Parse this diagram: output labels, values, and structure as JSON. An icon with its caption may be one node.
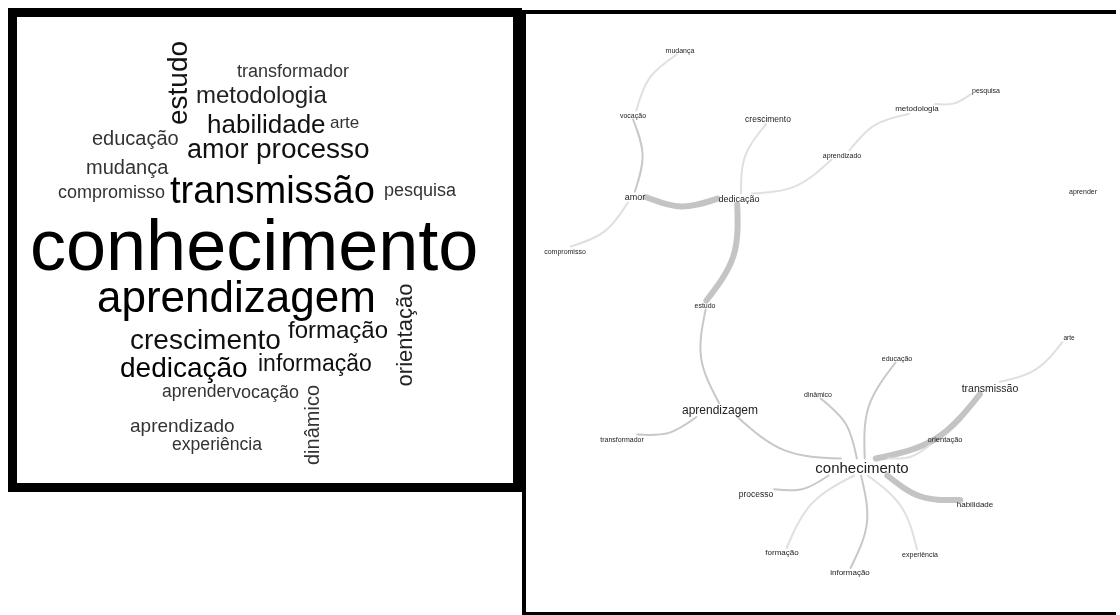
{
  "diagram": {
    "nodes": [
      {
        "text": [
          "mudança"
        ]
      },
      {
        "text": [
          "pesquisa"
        ]
      },
      {
        "text": [
          "metodologia"
        ]
      },
      {
        "text": [
          "vocação"
        ]
      },
      {
        "text": [
          "crescimento"
        ]
      },
      {
        "text": [
          "aprendizado"
        ]
      },
      {
        "text": [
          "aprender"
        ]
      },
      {
        "text": [
          "amor"
        ]
      },
      {
        "text": [
          "dedicação"
        ]
      },
      {
        "text": [
          "compromisso"
        ]
      },
      {
        "text": [
          "estudo"
        ]
      },
      {
        "text": [
          "arte"
        ]
      },
      {
        "text": [
          "educação"
        ]
      },
      {
        "text": [
          "transmissão"
        ]
      },
      {
        "text": [
          "dinâmico"
        ]
      },
      {
        "text": [
          "aprendizagem"
        ]
      },
      {
        "text": [
          "transformador"
        ]
      },
      {
        "text": [
          "orientação"
        ]
      },
      {
        "text": [
          "conhecimento"
        ]
      },
      {
        "text": [
          "processo"
        ]
      },
      {
        "text": [
          "habilidade"
        ]
      },
      {
        "text": [
          "formação"
        ]
      },
      {
        "text": [
          "experiência"
        ]
      },
      {
        "text": [
          "informação"
        ]
      }
    ],
    "edges": [
      {
        "from": 3,
        "to": 0,
        "arrow": "none",
        "color": "#e0e0e0"
      },
      {
        "from": 7,
        "to": 3,
        "arrow": "none"
      },
      {
        "from": 7,
        "to": 9,
        "arrow": "none",
        "color": "#e0e0e0"
      },
      {
        "from": 7,
        "to": 8,
        "arrow": "none",
        "style": "thick"
      },
      {
        "from": 8,
        "to": 4,
        "arrow": "none",
        "color": "#e0e0e0"
      },
      {
        "from": 8,
        "to": 5,
        "arrow": "none",
        "color": "#e0e0e0"
      },
      {
        "from": 5,
        "to": 2,
        "arrow": "none",
        "color": "#e0e0e0"
      },
      {
        "from": 2,
        "to": 1,
        "arrow": "none",
        "color": "#e0e0e0"
      },
      {
        "from": 8,
        "to": 10,
        "arrow": "none",
        "style": "thick"
      },
      {
        "from": 10,
        "to": 15,
        "arrow": "none"
      },
      {
        "from": 15,
        "to": 16,
        "arrow": "none"
      },
      {
        "from": 15,
        "to": 18,
        "arrow": "none"
      },
      {
        "from": 14,
        "to": 18,
        "arrow": "none"
      },
      {
        "from": 12,
        "to": 18,
        "arrow": "none"
      },
      {
        "from": 13,
        "to": 18,
        "arrow": "none",
        "style": "thick"
      },
      {
        "from": 13,
        "to": 11,
        "arrow": "none",
        "color": "#e0e0e0"
      },
      {
        "from": 17,
        "to": 18,
        "arrow": "none",
        "color": "#e0e0e0"
      },
      {
        "from": 19,
        "to": 18,
        "arrow": "none"
      },
      {
        "from": 20,
        "to": 18,
        "arrow": "none",
        "style": "thick"
      },
      {
        "from": 22,
        "to": 18,
        "arrow": "none",
        "color": "#e0e0e0"
      },
      {
        "from": 21,
        "to": 18,
        "arrow": "none",
        "color": "#e0e0e0"
      },
      {
        "from": 23,
        "to": 18,
        "arrow": "none"
      }
    ],
    "labels": [
      "estudo",
      "transformador",
      "metodologia",
      "habilidade",
      "arte",
      "educação",
      "amor",
      "processo",
      "mudança",
      "compromisso",
      "transmissão",
      "pesquisa",
      "conhecimento",
      "aprendizagem",
      "orientação",
      "formação",
      "crescimento",
      "dedicação",
      "informação",
      "aprender",
      "vocação",
      "dinâmico",
      "aprendizado",
      "experiência"
    ]
  }
}
